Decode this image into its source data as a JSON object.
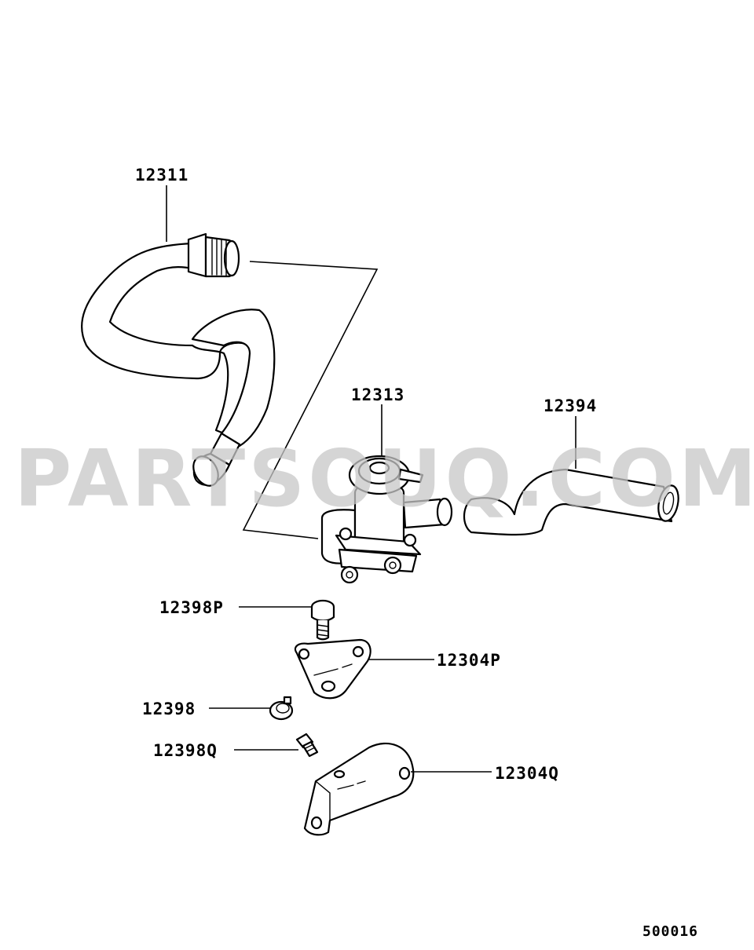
{
  "watermark": "PARTSOUQ.COM",
  "diagram_code": "500016",
  "parts": {
    "p12311": "12311",
    "p12313": "12313",
    "p12394": "12394",
    "p12398P": "12398P",
    "p12304P": "12304P",
    "p12398": "12398",
    "p12398Q": "12398Q",
    "p12304Q": "12304Q"
  }
}
